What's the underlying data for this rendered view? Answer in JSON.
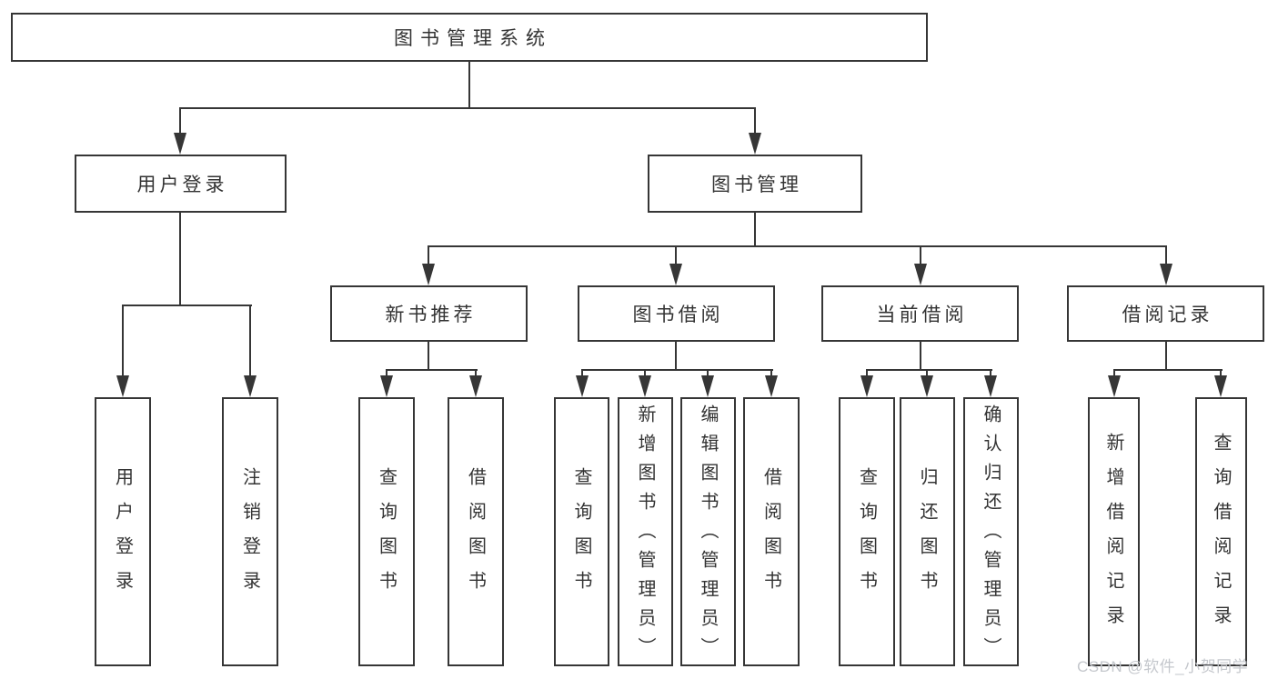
{
  "title": "图书管理系统",
  "tree": {
    "label": "图书管理系统",
    "children": [
      {
        "label": "用户登录",
        "children": [
          {
            "label": "用户登录"
          },
          {
            "label": "注销登录"
          }
        ]
      },
      {
        "label": "图书管理",
        "children": [
          {
            "label": "新书推荐",
            "children": [
              {
                "label": "查询图书"
              },
              {
                "label": "借阅图书"
              }
            ]
          },
          {
            "label": "图书借阅",
            "children": [
              {
                "label": "查询图书"
              },
              {
                "label": "新增图书（管理员）"
              },
              {
                "label": "编辑图书（管理员）"
              },
              {
                "label": "借阅图书"
              }
            ]
          },
          {
            "label": "当前借阅",
            "children": [
              {
                "label": "查询图书"
              },
              {
                "label": "归还图书"
              },
              {
                "label": "确认归还（管理员）"
              }
            ]
          },
          {
            "label": "借阅记录",
            "children": [
              {
                "label": "新增借阅记录"
              },
              {
                "label": "查询借阅记录"
              }
            ]
          }
        ]
      }
    ]
  },
  "watermark": "CSDN @软件_小贺同学",
  "colors": {
    "line": "#363636",
    "text": "#333333",
    "box-bg": "#ffffff",
    "watermark": "#c5c8cd",
    "background": "#ffffff"
  }
}
